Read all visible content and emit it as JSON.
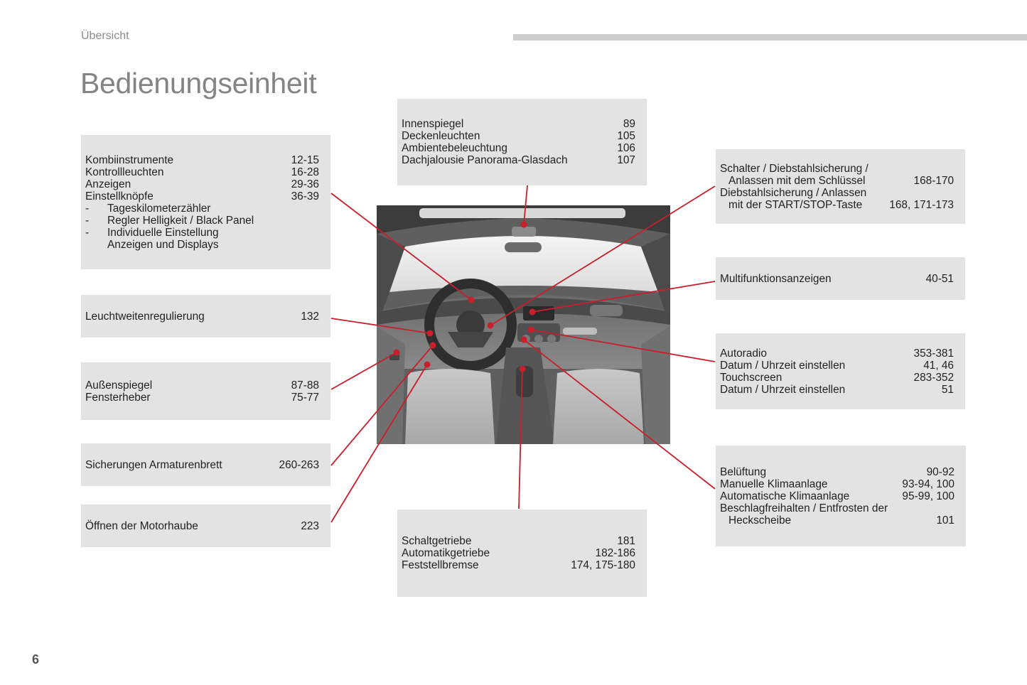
{
  "header": {
    "section": "Übersicht",
    "title": "Bedienungseinheit",
    "page_number": "6"
  },
  "colors": {
    "accent": "#c8202b",
    "box_bg": "#e3e3e3",
    "title": "#848484"
  },
  "boxes": {
    "kombi": {
      "rows": [
        {
          "label": "Kombiinstrumente",
          "page": "12-15"
        },
        {
          "label": "Kontrollleuchten",
          "page": "16-28"
        },
        {
          "label": "Anzeigen",
          "page": "29-36"
        },
        {
          "label": "Einstellknöpfe",
          "page": "36-39"
        }
      ],
      "subitems": [
        {
          "dash": "-",
          "label": "Tageskilometerzähler"
        },
        {
          "dash": "-",
          "label": "Regler Helligkeit / Black Panel"
        },
        {
          "dash": "-",
          "label": "Individuelle Einstellung"
        }
      ],
      "continuation": "Anzeigen und Displays"
    },
    "leucht": {
      "rows": [
        {
          "label": "Leuchtweitenregulierung",
          "page": "132"
        }
      ]
    },
    "aussen": {
      "rows": [
        {
          "label": "Außenspiegel",
          "page": "87-88"
        },
        {
          "label": "Fensterheber",
          "page": "75-77"
        }
      ]
    },
    "sicherungen": {
      "rows": [
        {
          "label": "Sicherungen Armaturenbrett",
          "page": "260-263"
        }
      ]
    },
    "motorhaube": {
      "rows": [
        {
          "label": "Öffnen der Motorhaube",
          "page": "223"
        }
      ]
    },
    "innen": {
      "rows": [
        {
          "label": "Innenspiegel",
          "page": "89"
        },
        {
          "label": "Deckenleuchten",
          "page": "105"
        },
        {
          "label": "Ambientebeleuchtung",
          "page": "106"
        },
        {
          "label": "Dachjalousie Panorama-Glasdach",
          "page": "107"
        }
      ]
    },
    "schalt": {
      "rows": [
        {
          "label": "Schaltgetriebe",
          "page": "181"
        },
        {
          "label": "Automatikgetriebe",
          "page": "182-186"
        },
        {
          "label": "Feststellbremse",
          "page": "174, 175-180"
        }
      ]
    },
    "schalter": {
      "rows": [
        {
          "label": "Schalter / Diebstahlsicherung /",
          "page": ""
        },
        {
          "label": "Anlassen mit dem Schlüssel",
          "page": "168-170"
        },
        {
          "label": "Diebstahlsicherung / Anlassen",
          "page": ""
        },
        {
          "label": "mit der START/STOP-Taste",
          "page": "168, 171-173"
        }
      ]
    },
    "multi": {
      "rows": [
        {
          "label": "Multifunktionsanzeigen",
          "page": "40-51"
        }
      ]
    },
    "radio": {
      "rows": [
        {
          "label": "Autoradio",
          "page": "353-381"
        },
        {
          "label": "Datum / Uhrzeit einstellen",
          "page": "41, 46"
        },
        {
          "label": "Touchscreen",
          "page": "283-352"
        },
        {
          "label": "Datum / Uhrzeit einstellen",
          "page": "51"
        }
      ]
    },
    "klima": {
      "rows": [
        {
          "label": "Belüftung",
          "page": "90-92"
        },
        {
          "label": "Manuelle Klimaanlage",
          "page": "93-94, 100"
        },
        {
          "label": "Automatische Klimaanlage",
          "page": "95-99, 100"
        },
        {
          "label": "Beschlagfreihalten / Entfrosten der",
          "page": ""
        },
        {
          "label": "Heckscheibe",
          "page": "101"
        }
      ]
    }
  }
}
